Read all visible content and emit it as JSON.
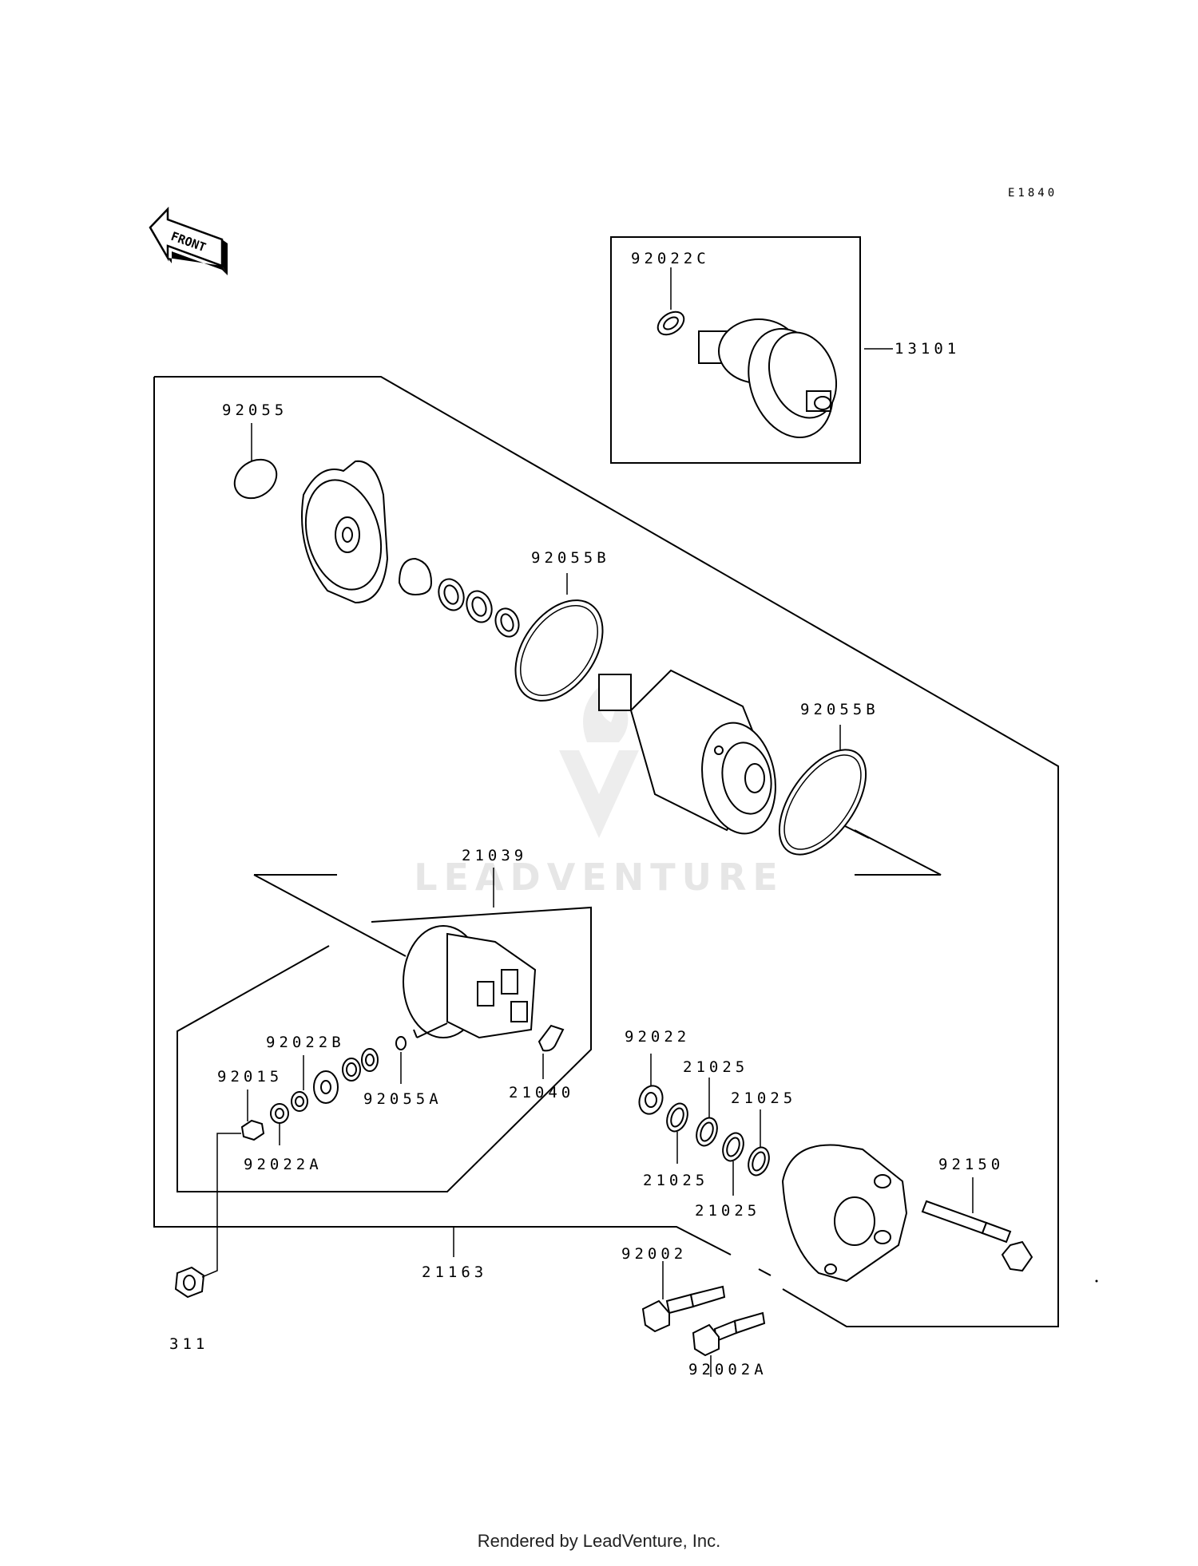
{
  "diagram": {
    "ref_code": "E1840",
    "front_label": "FRONT",
    "watermark": "LEADVENTURE",
    "parts": {
      "p13101": "13101",
      "p92022C": "92022C",
      "p92055": "92055",
      "p92055B_1": "92055B",
      "p92055B_2": "92055B",
      "p21039": "21039",
      "p92022B": "92022B",
      "p92015": "92015",
      "p92055A": "92055A",
      "p21040": "21040",
      "p92022A": "92022A",
      "p92022": "92022",
      "p21025_1": "21025",
      "p21025_2": "21025",
      "p21025_3": "21025",
      "p21025_4": "21025",
      "p92150": "92150",
      "p21163": "21163",
      "p92002": "92002",
      "p92002A": "92002A",
      "p311": "311"
    }
  },
  "footer": {
    "text": "Rendered by LeadVenture, Inc."
  }
}
